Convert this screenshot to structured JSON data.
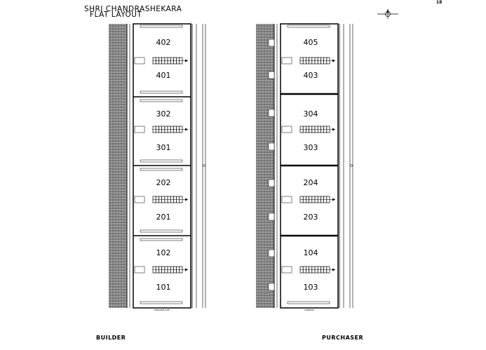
{
  "header": {
    "line1": "SHRI CHANDRASHEKARA",
    "line2": "FLAT LAYOUT",
    "page_number": "18"
  },
  "footer": {
    "left": "BUILDER",
    "right": "PURCHASER"
  },
  "blocks": [
    {
      "units": [
        "402",
        "401",
        "302",
        "301",
        "202",
        "201",
        "102",
        "101"
      ],
      "caption": "ENTRANCE GATE"
    },
    {
      "units": [
        "405",
        "403",
        "304",
        "303",
        "204",
        "203",
        "104",
        "103"
      ],
      "caption": "CORRIDOR"
    }
  ]
}
